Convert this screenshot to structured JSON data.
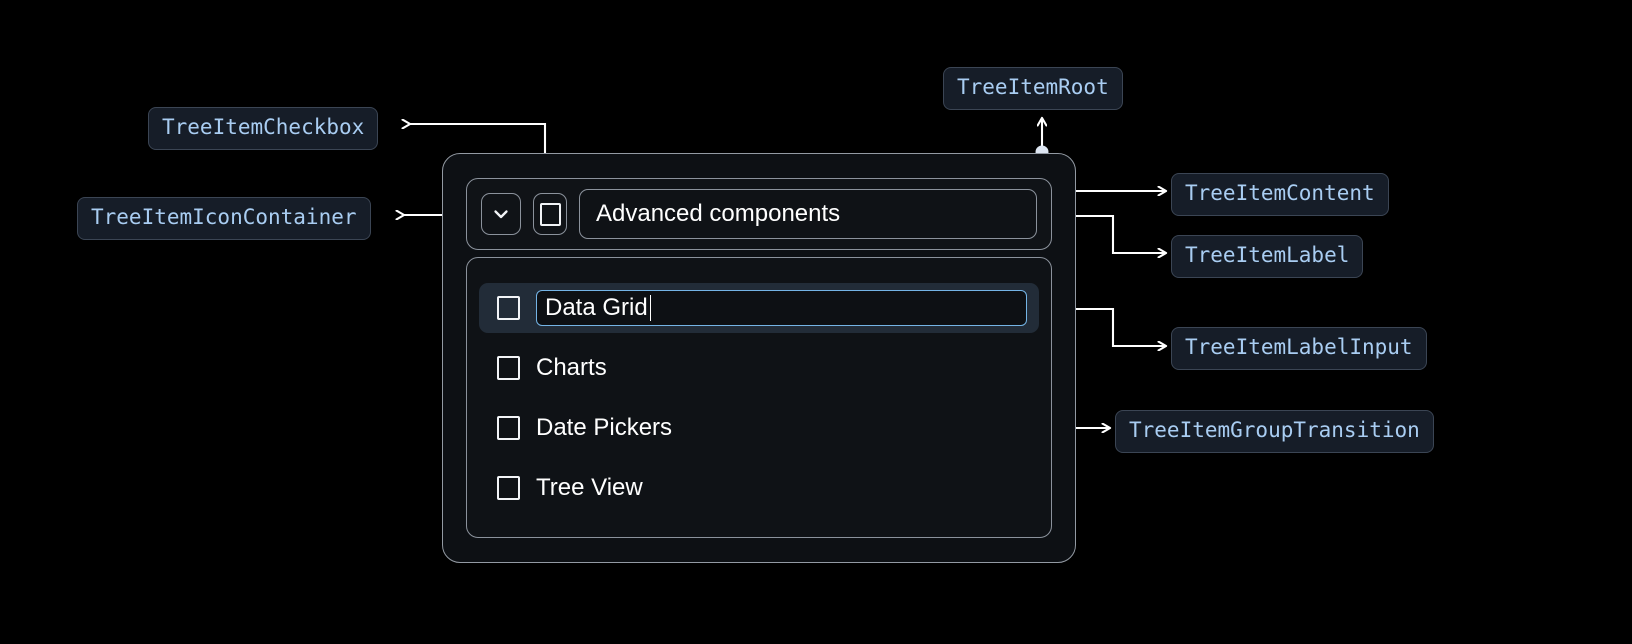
{
  "theme": {
    "page_background": "#000000",
    "card_background": "#0d1014",
    "card_border": "#939aa3",
    "chip_background": "#161d28",
    "chip_border": "#3b4554",
    "chip_text": "#a9cdf2",
    "selected_row_background": "#222c38",
    "input_focus_border": "#74b4e6",
    "connector_line": "#ffffff",
    "text_primary": "#ffffff"
  },
  "annotations": {
    "tree_item_root": "TreeItemRoot",
    "tree_item_checkbox": "TreeItemCheckbox",
    "tree_item_icon_container": "TreeItemIconContainer",
    "tree_item_content": "TreeItemContent",
    "tree_item_label": "TreeItemLabel",
    "tree_item_label_input": "TreeItemLabelInput",
    "tree_item_group_transition": "TreeItemGroupTransition"
  },
  "tree": {
    "root_label": "Advanced components",
    "root_expanded": true,
    "root_checkbox_checked": false,
    "expand_icon": "chevron-down-icon",
    "checkbox_icon": "checkbox-unchecked-icon",
    "children": [
      {
        "label": "Data Grid",
        "checked": false,
        "editing": true,
        "selected": true
      },
      {
        "label": "Charts",
        "checked": false,
        "editing": false,
        "selected": false
      },
      {
        "label": "Date Pickers",
        "checked": false,
        "editing": false,
        "selected": false
      },
      {
        "label": "Tree View",
        "checked": false,
        "editing": false,
        "selected": false
      }
    ]
  }
}
